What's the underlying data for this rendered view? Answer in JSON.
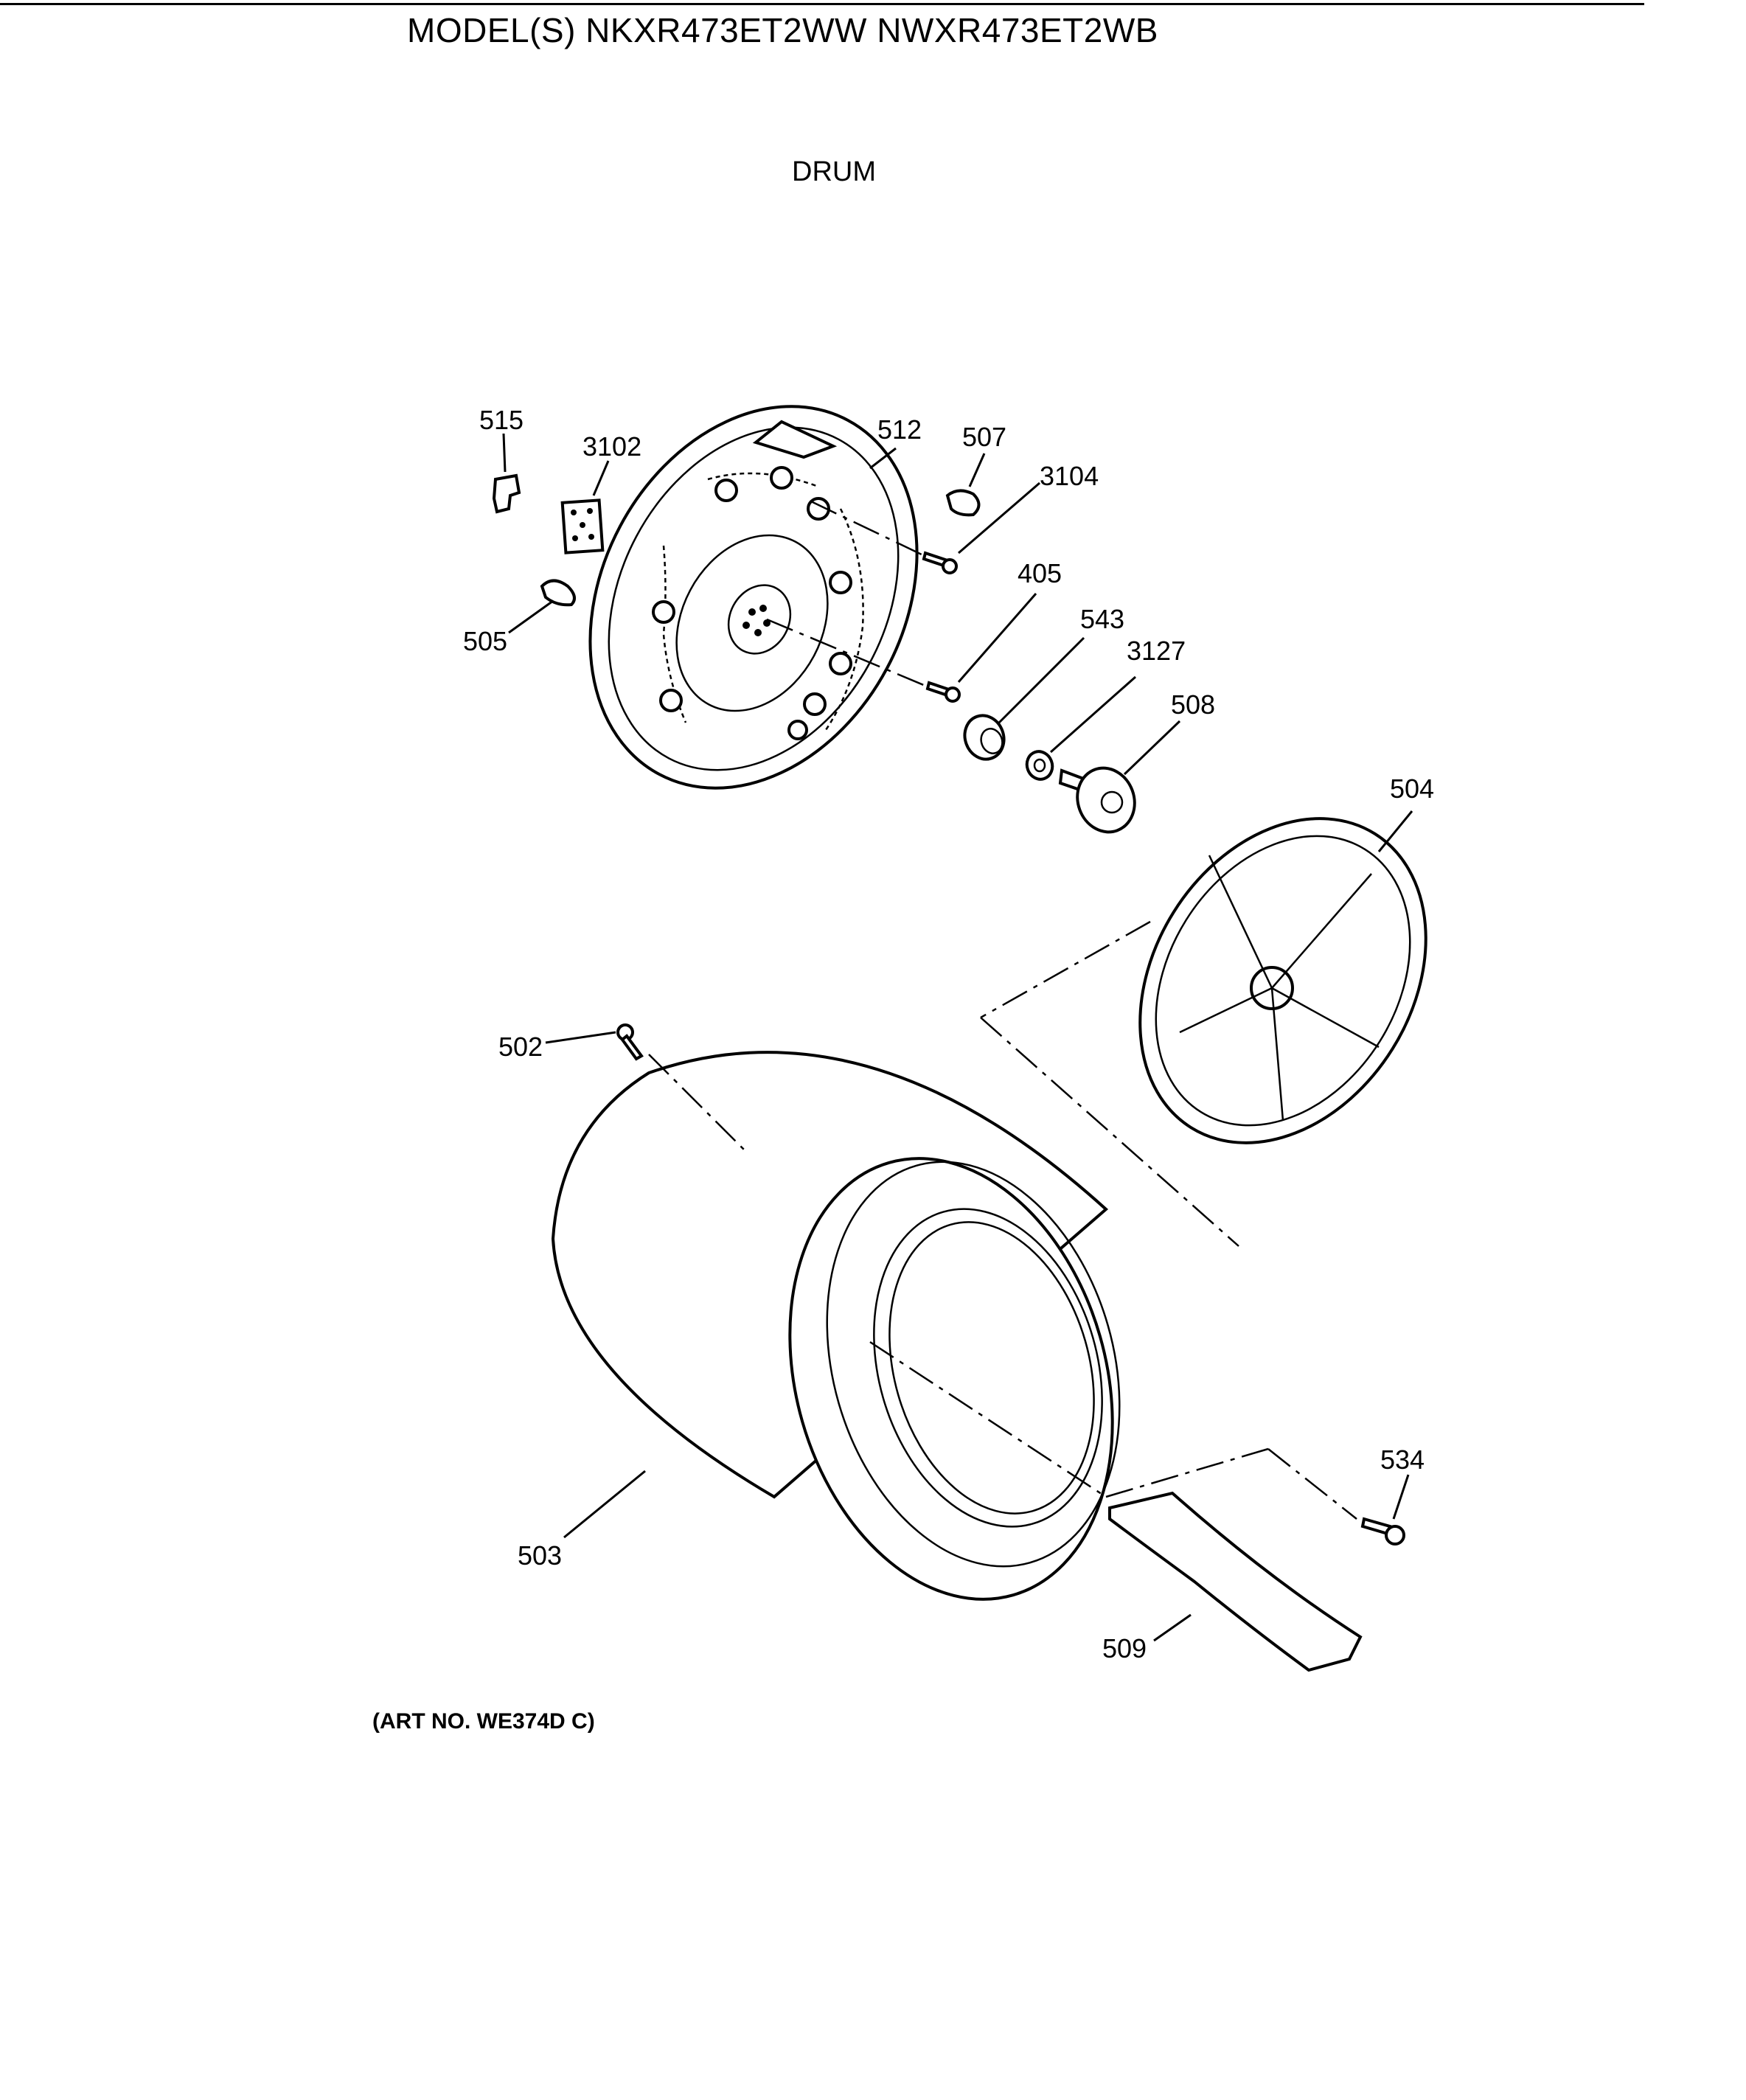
{
  "header": {
    "model_title": "MODEL(S) NKXR473ET2WW  NWXR473ET2WB",
    "section_title": "DRUM"
  },
  "footer": {
    "art_number": "(ART NO. WE374D C)"
  },
  "callouts": {
    "c515": "515",
    "c3102": "3102",
    "c512": "512",
    "c507": "507",
    "c3104": "3104",
    "c505": "505",
    "c405": "405",
    "c543": "543",
    "c3127": "3127",
    "c508": "508",
    "c504": "504",
    "c502": "502",
    "c503": "503",
    "c534": "534",
    "c509": "509"
  }
}
